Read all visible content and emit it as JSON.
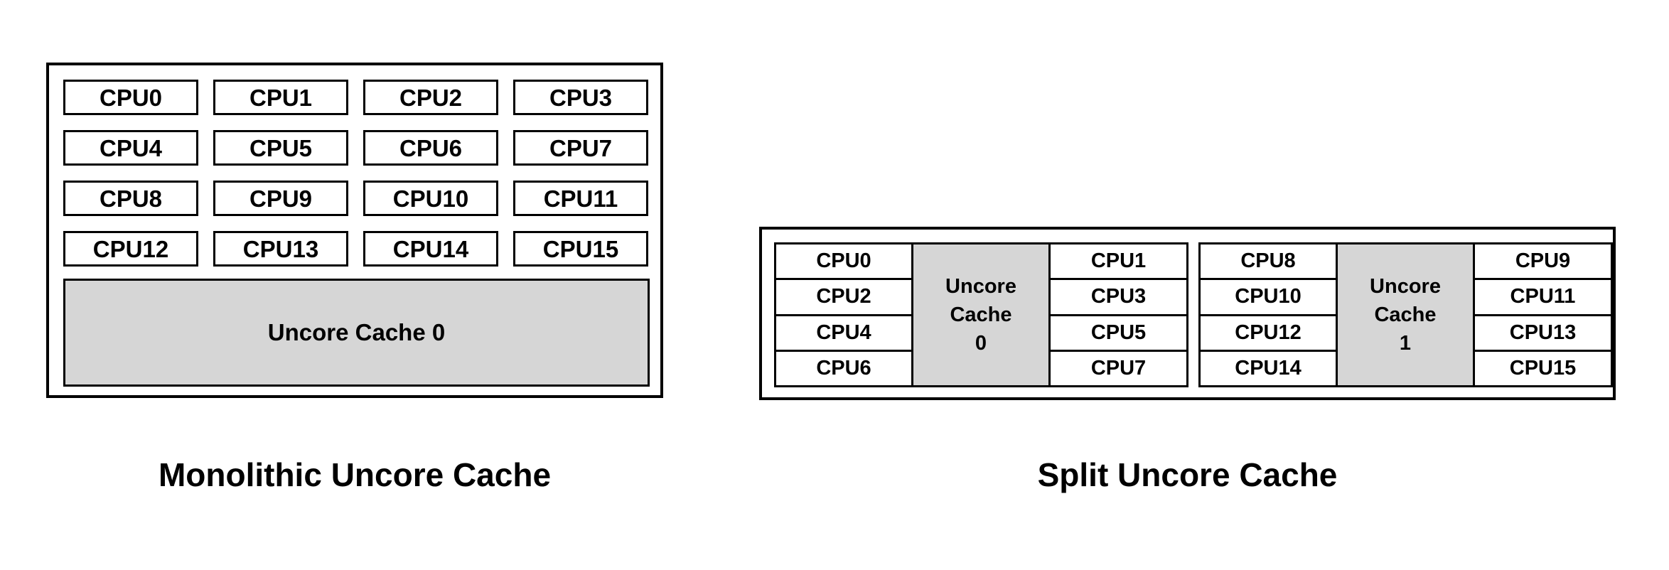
{
  "colors": {
    "page_bg": "#ffffff",
    "line": "#000000",
    "text": "#000000",
    "cache_fill": "#d6d6d6"
  },
  "monolithic": {
    "caption": "Monolithic Uncore Cache",
    "cache_label": "Uncore Cache 0",
    "cpus": [
      "CPU0",
      "CPU1",
      "CPU2",
      "CPU3",
      "CPU4",
      "CPU5",
      "CPU6",
      "CPU7",
      "CPU8",
      "CPU9",
      "CPU10",
      "CPU11",
      "CPU12",
      "CPU13",
      "CPU14",
      "CPU15"
    ]
  },
  "split": {
    "caption": "Split Uncore Cache",
    "clusters": [
      {
        "left_cpus": [
          "CPU0",
          "CPU2",
          "CPU4",
          "CPU6"
        ],
        "cache_lines": [
          "Uncore",
          "Cache",
          "0"
        ],
        "right_cpus": [
          "CPU1",
          "CPU3",
          "CPU5",
          "CPU7"
        ]
      },
      {
        "left_cpus": [
          "CPU8",
          "CPU10",
          "CPU12",
          "CPU14"
        ],
        "cache_lines": [
          "Uncore",
          "Cache",
          "1"
        ],
        "right_cpus": [
          "CPU9",
          "CPU11",
          "CPU13",
          "CPU15"
        ]
      }
    ]
  }
}
